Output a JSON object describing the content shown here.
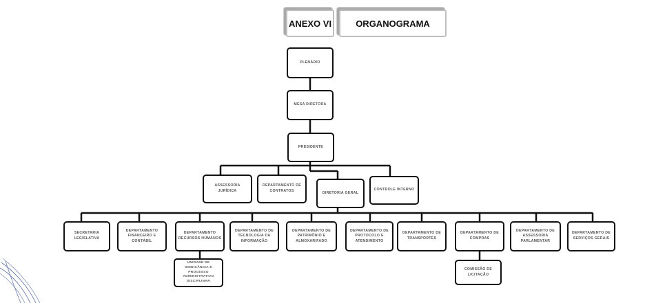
{
  "header": {
    "annex_label": "ANEXO VI",
    "title": "ORGANOGRAMA"
  },
  "nodes": {
    "plenario": "PLENÁRIO",
    "mesa_diretora": "MESA DIRETORA",
    "presidente": "PRESIDENTE",
    "assessoria_juridica": "ASSESSORIA JURÍDICA",
    "departamento_contratos": "DEPARTAMENTO DE CONTRATOS",
    "diretoria_geral": "DIRETORIA GERAL",
    "controle_interno": "CONTROLE INTERNO",
    "secretaria_legislativa": "SECRETARIA LEGISLATIVA",
    "dep_financeiro_contabil": "DEPARTAMENTO FINANCEIRO E CONTÁBIL",
    "dep_recursos_humanos": "DEPARTAMENTO RECURSOS HUMANOS",
    "dep_tecnologia_informacao": "DEPARTAMENTO DE TECNOLOGIA DA INFORMAÇÃO",
    "dep_patrimonio_almoxarifado": "DEPARTAMENTO DE PATRIMÔNIO E ALMOXARIFADO",
    "dep_protocolo_atendimento": "DEPARTAMENTO DE PROTOCOLO E ATENDIMENTO",
    "dep_transportes": "DEPARTAMENTO DE TRANSPORTES",
    "dep_compras": "DEPARTAMENTO DE COMPRAS",
    "dep_assessoria_parlamentar": "DEPARTAMENTO DE ASSESSORIA PARLAMENTAR",
    "dep_servicos_gerais": "DEPARTAMENTO DE SERVIÇOS GERAIS",
    "unidade_sindicancia": "UNIDADE DE SINDICÂNCIA E PROCESSO ADMINISTRATIVO DISCIPLINAR",
    "comissao_licitacao": "COMISSÃO DE LICITAÇÃO"
  }
}
